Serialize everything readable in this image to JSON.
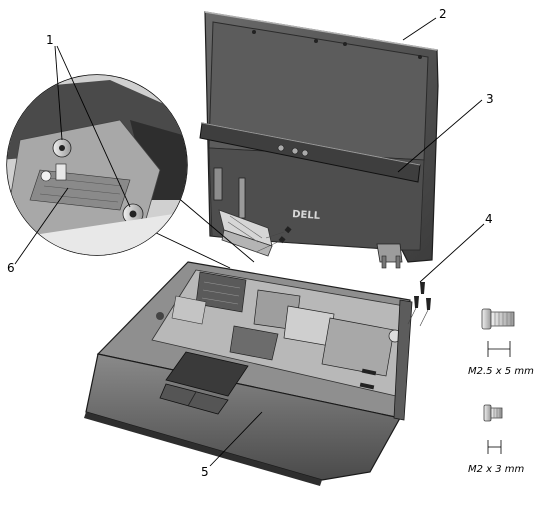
{
  "callouts": {
    "c1": "1",
    "c2": "2",
    "c3": "3",
    "c4": "4",
    "c5": "5",
    "c6": "6"
  },
  "screws": {
    "large_label": "M2.5 x 5 mm",
    "small_label": "M2 x 3 mm"
  },
  "display_logo": "DELL",
  "colors": {
    "line": "#000000",
    "dark": "#3a3a3a",
    "mid": "#7a7a7a",
    "light": "#c8c8c8",
    "lightest": "#e6e6e6"
  }
}
